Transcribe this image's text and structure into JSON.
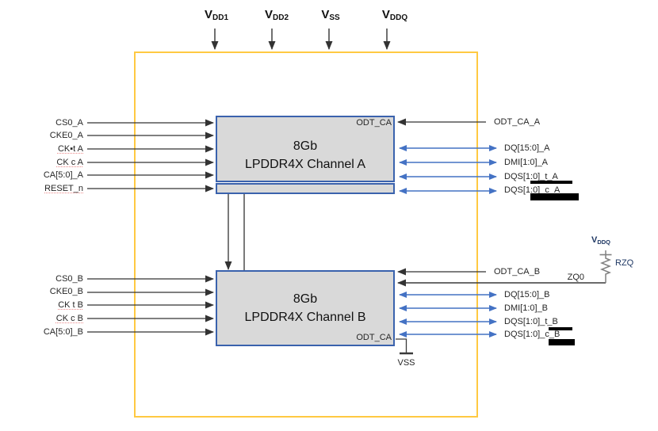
{
  "colors": {
    "frame": "#FFC942",
    "block_border": "#3A62AD",
    "block_fill": "#D9D9D9",
    "io_arrow_blue": "#4472C4",
    "wire_black": "#333333",
    "zq_text_navy": "#1F3864"
  },
  "power_rails": [
    {
      "base": "V",
      "sub": "DD1"
    },
    {
      "base": "V",
      "sub": "DD2"
    },
    {
      "base": "V",
      "sub": "SS"
    },
    {
      "base": "V",
      "sub": "DDQ"
    }
  ],
  "channel_a": {
    "size": "8Gb",
    "name": "LPDDR4X Channel A",
    "odt_pin": "ODT_CA",
    "inputs": [
      "CS0_A",
      "CKE0_A",
      "CK▪t A",
      "CK c A",
      "CA[5:0]_A",
      "RESET_n"
    ],
    "odt_input": "ODT_CA_A",
    "io": [
      "DQ[15:0]_A",
      "DMI[1:0]_A",
      "DQS[1:0]_t_A",
      "DQS[1:0]_c_A"
    ]
  },
  "channel_b": {
    "size": "8Gb",
    "name": "LPDDR4X Channel B",
    "odt_pin": "ODT_CA",
    "inputs": [
      "CS0_B",
      "CKE0_B",
      "CK t B",
      "CK c B",
      "CA[5:0]_B"
    ],
    "odt_input": "ODT_CA_B",
    "zq_pin": "ZQ0",
    "io": [
      "DQ[15:0]_B",
      "DMI[1:0]_B",
      "DQS[1:0]_t_B",
      "DQS[1:0]_c_B"
    ],
    "ground": "VSS"
  },
  "zq_network": {
    "rail_base": "V",
    "rail_sub": "DDQ",
    "resistor": "RZQ"
  }
}
